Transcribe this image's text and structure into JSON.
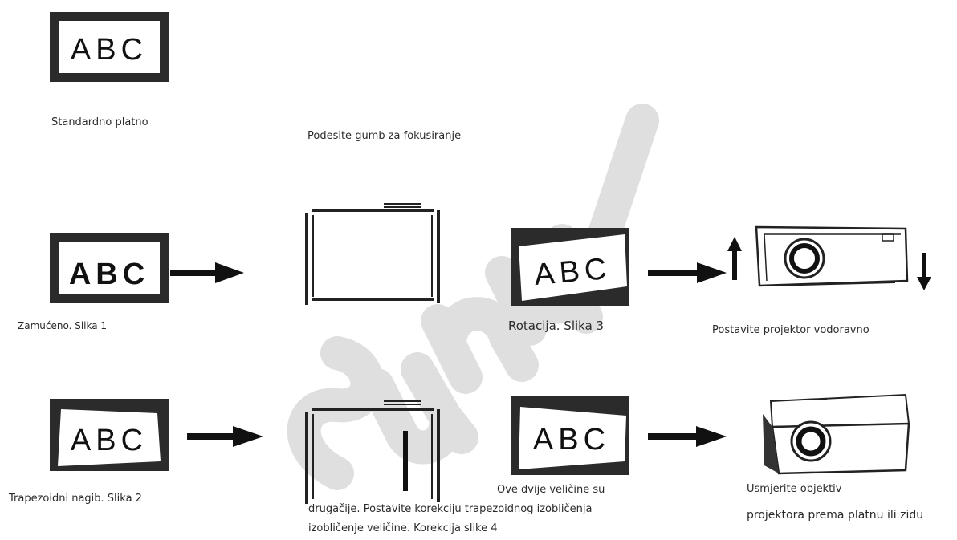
{
  "watermark": "Sunny",
  "panel_text": {
    "standard": "ABC",
    "blurred": "ABC",
    "rotated": "ABC",
    "keystone": "ABC",
    "keystone_corrected": "ABC"
  },
  "labels": {
    "standard_screen": "Standardno platno",
    "adjust_focus": "Podesite gumb za fokusiranje",
    "blurred_fig1": "Zamućeno. Slika 1",
    "rotation_fig3": "Rotacija. Slika 3",
    "place_level": "Postavite projektor vodoravno",
    "keystone_fig2": "Trapezoidni nagib. Slika 2",
    "sizes_differ": "Ove dvije veličine su",
    "keystone_correction_line1": "drugačije. Postavite korekciju trapezoidnog izobličenja",
    "keystone_correction_line2": "izobličenje veličine. Korekcija slike 4",
    "aim_lens_line1": "Usmjerite objektiv",
    "aim_lens_line2": "projektora prema platnu ili zidu"
  },
  "colors": {
    "dark_frame": "#2b2b2b",
    "watermark": "#d9d9d9"
  }
}
